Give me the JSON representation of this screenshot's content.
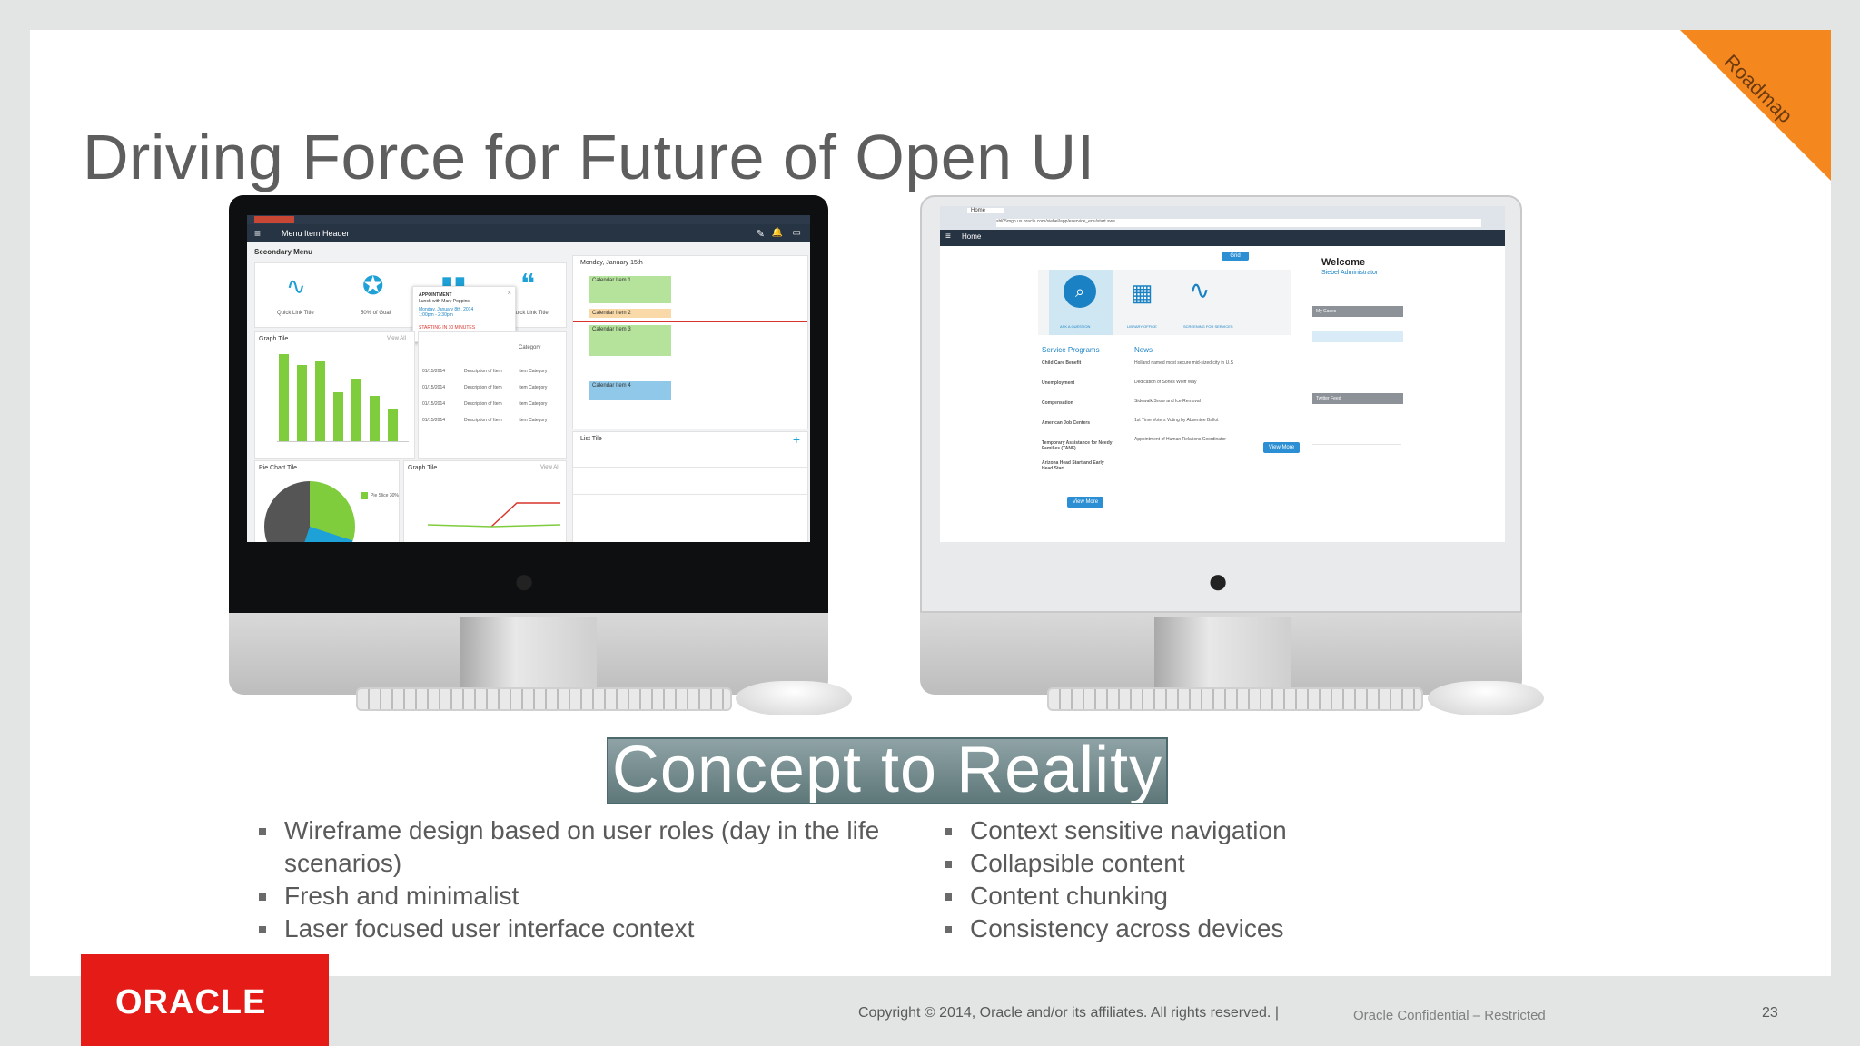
{
  "slide": {
    "title": "Driving Force for Future of Open UI",
    "corner_ribbon": "Roadmap",
    "banner": "Concept to Reality",
    "page_number": "23"
  },
  "bullets_left": [
    "Wireframe design based on user roles (day in the life scenarios)",
    "Fresh and minimalist",
    "Laser focused user interface context"
  ],
  "bullets_right": [
    "Context sensitive navigation",
    "Collapsible content",
    "Content chunking",
    "Consistency across devices"
  ],
  "footer": {
    "logo": "ORACLE",
    "copyright": "Copyright © 2014, Oracle and/or its affiliates. All rights reserved.  |",
    "confidential": "Oracle Confidential – Restricted"
  },
  "wireframe_screen": {
    "header": "Menu Item Header",
    "secondary_menu": "Secondary Menu",
    "quick_links": [
      "Quick Link Title",
      "50% of Goal",
      "Quick Link Title"
    ],
    "graph_tile": "Graph Tile",
    "pie_tile": "Pie Chart Tile",
    "pie_legend": "Pie Slice 30%",
    "graph_tile_2": "Graph Tile",
    "list_tile": "List Tile",
    "view_all": "View All",
    "calendar_date": "Monday, January 15th",
    "calendar_items": [
      "Calendar Item 1",
      "Calendar Item 2",
      "Calendar Item 3",
      "Calendar Item 4"
    ],
    "popup": {
      "title": "APPOINTMENT",
      "line1": "Lunch with Mary Poppins",
      "line2": "Monday, January 8th, 2014",
      "line3": "1:00pm - 2:30pm",
      "alert": "STARTING IN 10 MINUTES"
    },
    "table_rows": [
      {
        "date": "01/15/2014",
        "desc": "Description of Item",
        "cat": "Item Category"
      },
      {
        "date": "01/15/2014",
        "desc": "Description of Item",
        "cat": "Item Category"
      },
      {
        "date": "01/15/2014",
        "desc": "Description of Item",
        "cat": "Item Category"
      },
      {
        "date": "01/15/2014",
        "desc": "Description of Item",
        "cat": "Item Category"
      }
    ],
    "bar_values": [
      100,
      88,
      92,
      56,
      72,
      52,
      38
    ],
    "bar_color": "#7fcc3d"
  },
  "reality_screen": {
    "tab": "Home",
    "url": "sbl05mgo.us.oracle.com/siebel/app/eservice_enu/start.swe",
    "nav": "Home",
    "welcome": "Welcome",
    "welcome_sub": "Siebel Administrator",
    "my_cases": "My Cases",
    "twitter": "Twitter Feed",
    "tiles": [
      "ASK A QUESTION",
      "LIBRARY OFFICE",
      "SCREENING FOR SERVICES"
    ],
    "service_programs_title": "Service Programs",
    "service_programs": [
      "Child Care Benefit",
      "Unemployment",
      "Compensation",
      "American Job Centers",
      "Temporary Assistance for Needy Families (TANF)",
      "Arizona Head Start and Early Head Start"
    ],
    "news_title": "News",
    "news": [
      "Holland named most secure mid-sized city in U.S",
      "Dedication of Sones Wolff Way",
      "Sidewalk Snow and Ice Removal",
      "1st Time Voters Voting by Absentee Ballot",
      "Appointment of Human Relations Coordinator"
    ],
    "view_more": "View More"
  }
}
